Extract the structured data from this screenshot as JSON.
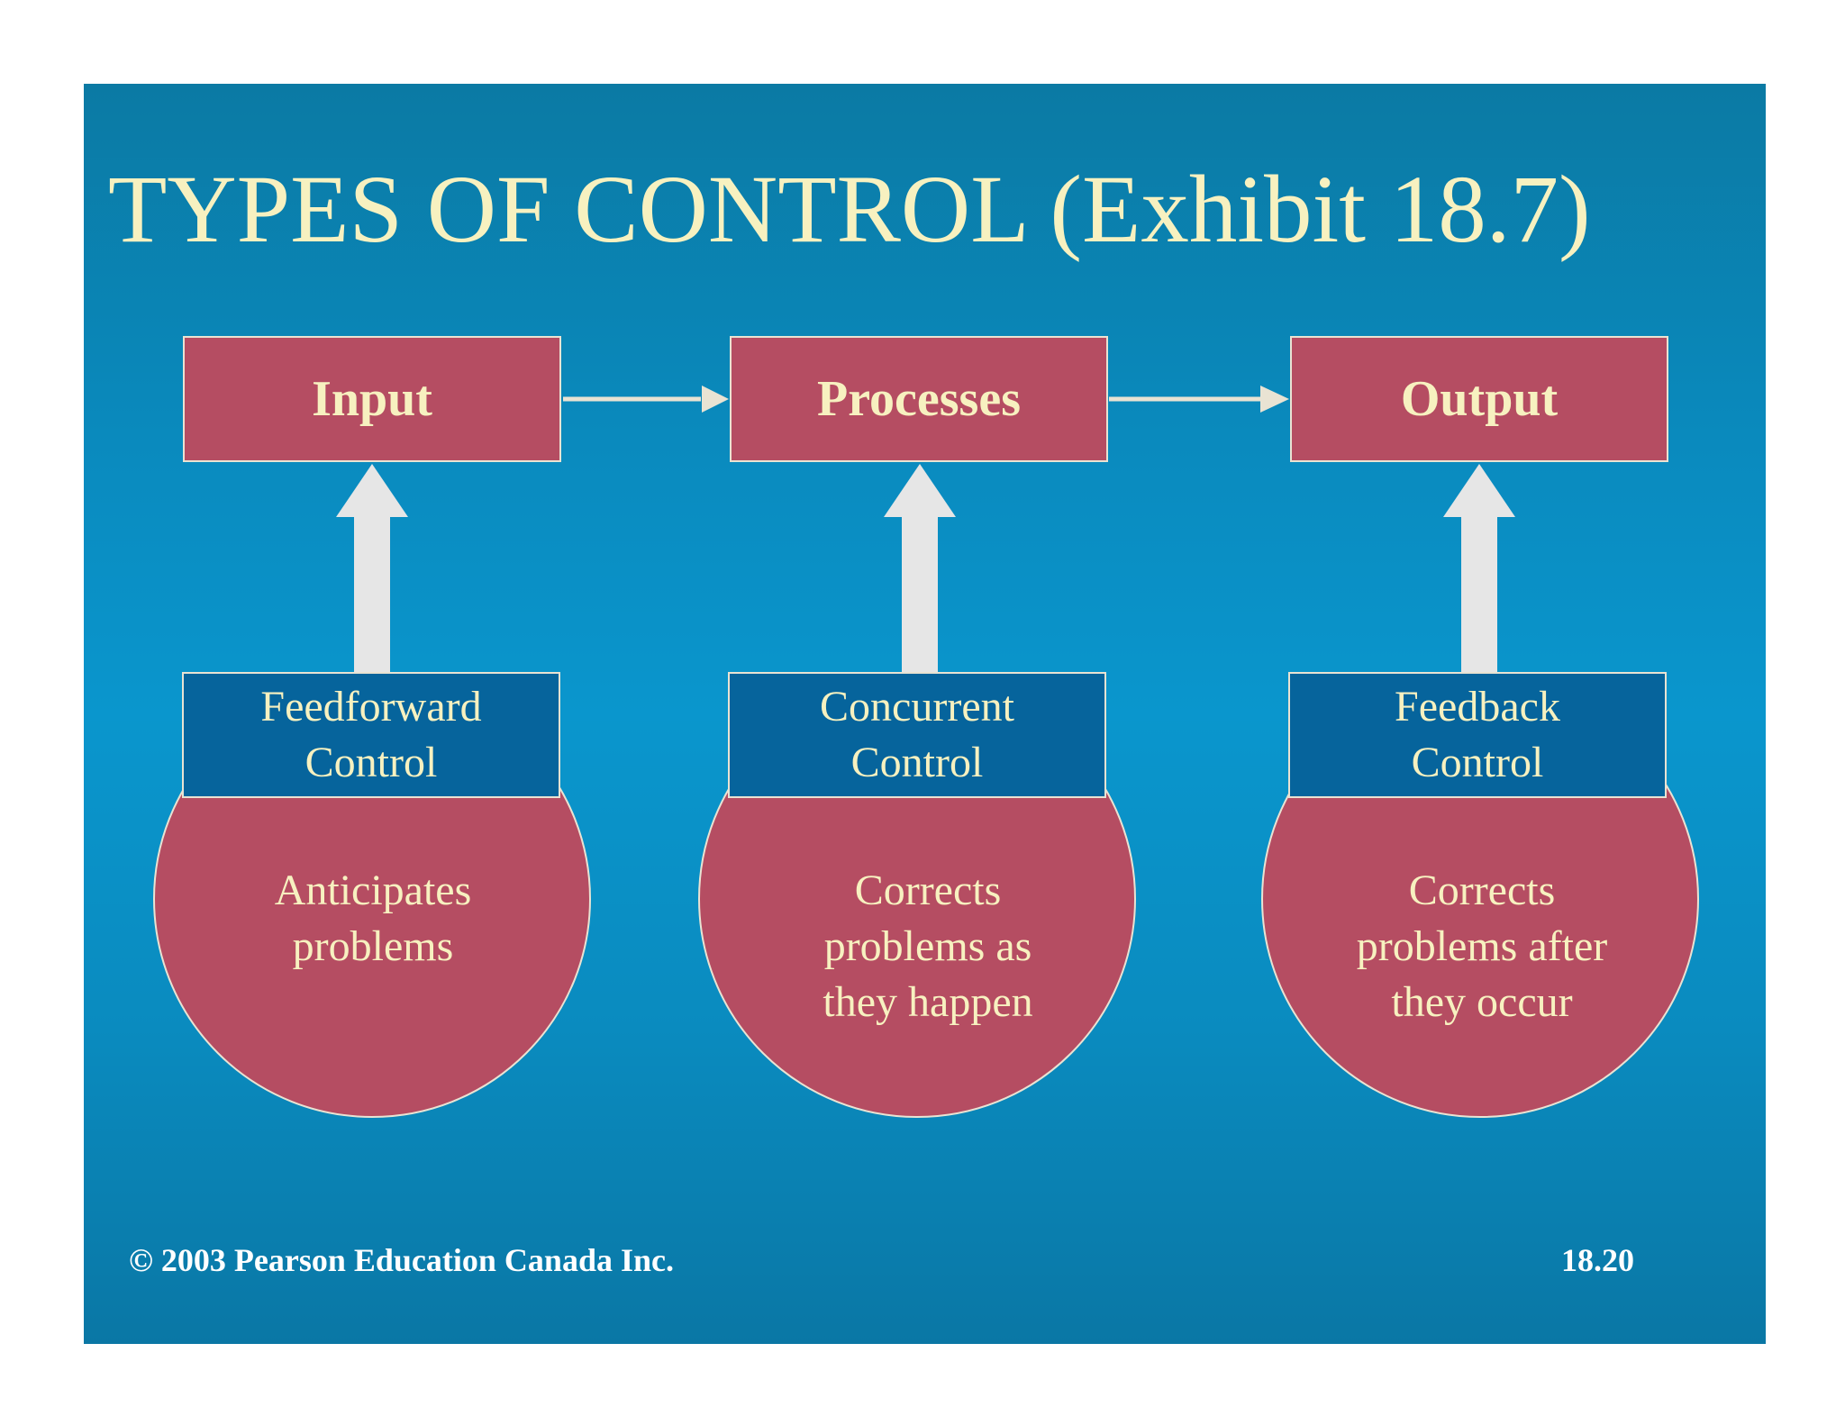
{
  "slide": {
    "title": "TYPES OF CONTROL (Exhibit 18.7)",
    "background_color": "#0a8bbf",
    "accent_color": "#b54d62",
    "control_box_color": "#06649c",
    "text_color": "#f7f1c0"
  },
  "stages": [
    {
      "label": "Input"
    },
    {
      "label": "Processes"
    },
    {
      "label": "Output"
    }
  ],
  "controls": [
    {
      "label": "Feedforward\nControl",
      "description": "Anticipates\nproblems"
    },
    {
      "label": "Concurrent\nControl",
      "description": "Corrects\nproblems as\nthey happen"
    },
    {
      "label": "Feedback\nControl",
      "description": "Corrects\nproblems after\nthey occur"
    }
  ],
  "footer": {
    "copyright": "©  2003 Pearson Education Canada Inc.",
    "page_number": "18.20"
  }
}
